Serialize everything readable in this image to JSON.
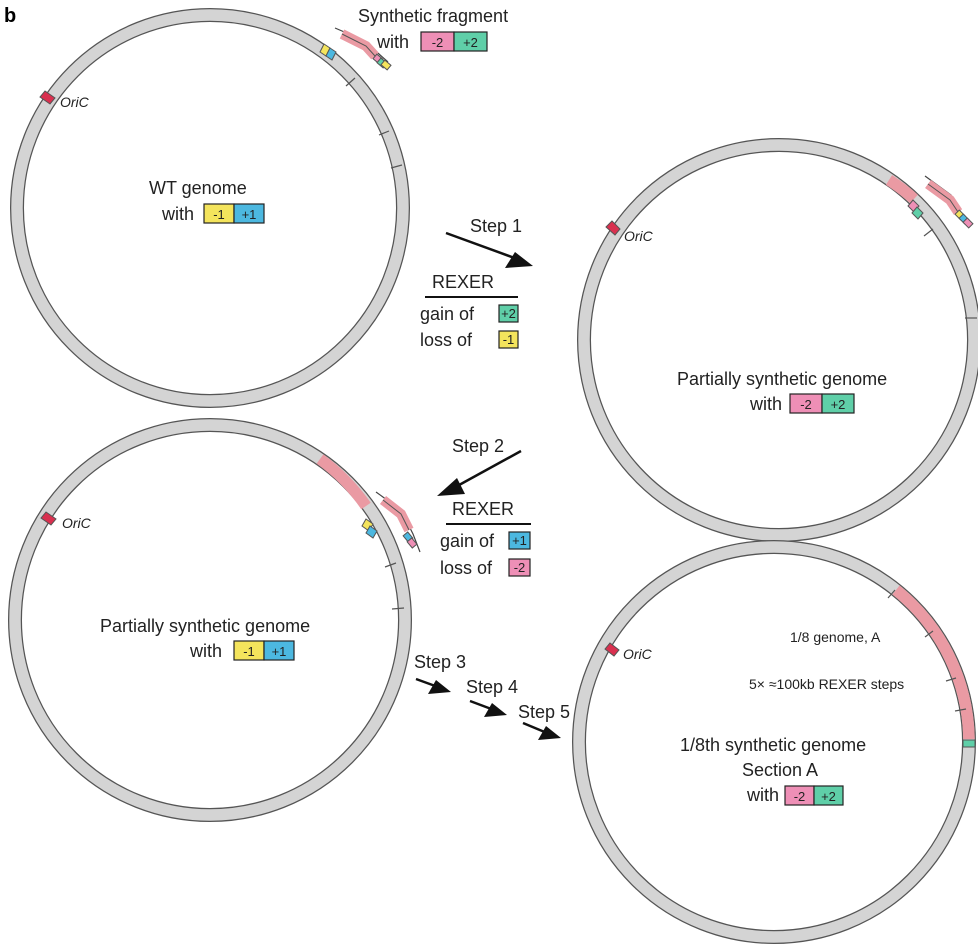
{
  "panel_label": "b",
  "colors": {
    "ring_fill": "#d4d4d4",
    "ring_stroke": "#555555",
    "oric": "#d9304f",
    "pink": "#ee8fb6",
    "green": "#5fcfa8",
    "yellow": "#f4e45c",
    "blue": "#4cb8e0",
    "synthetic": "#ea9aa3"
  },
  "top_left": {
    "fragment_title": "Synthetic fragment",
    "fragment_with": "with",
    "fragment_markers": [
      "-2",
      "+2"
    ],
    "genome_title": "WT genome",
    "genome_with": "with",
    "genome_markers": [
      "-1",
      "+1"
    ],
    "oric": "OriC"
  },
  "step1": {
    "step": "Step 1",
    "method": "REXER",
    "gain": "gain of",
    "gain_marker": "+2",
    "loss": "loss of",
    "loss_marker": "-1"
  },
  "right_top": {
    "title": "Partially synthetic genome",
    "with": "with",
    "markers": [
      "-2",
      "+2"
    ],
    "oric": "OriC"
  },
  "step2": {
    "step": "Step 2",
    "method": "REXER",
    "gain": "gain of",
    "gain_marker": "+1",
    "loss": "loss of",
    "loss_marker": "-2"
  },
  "bottom_left": {
    "title": "Partially synthetic genome",
    "with": "with",
    "markers": [
      "-1",
      "+1"
    ],
    "oric": "OriC"
  },
  "steps_more": [
    "Step 3",
    "Step 4",
    "Step 5"
  ],
  "bottom_right": {
    "section_label": "1/8 genome, A",
    "rexer_note": "5× ≈100kb REXER steps",
    "title": "1/8th synthetic genome",
    "subtitle": "Section A",
    "with": "with",
    "markers": [
      "-2",
      "+2"
    ],
    "oric": "OriC"
  }
}
